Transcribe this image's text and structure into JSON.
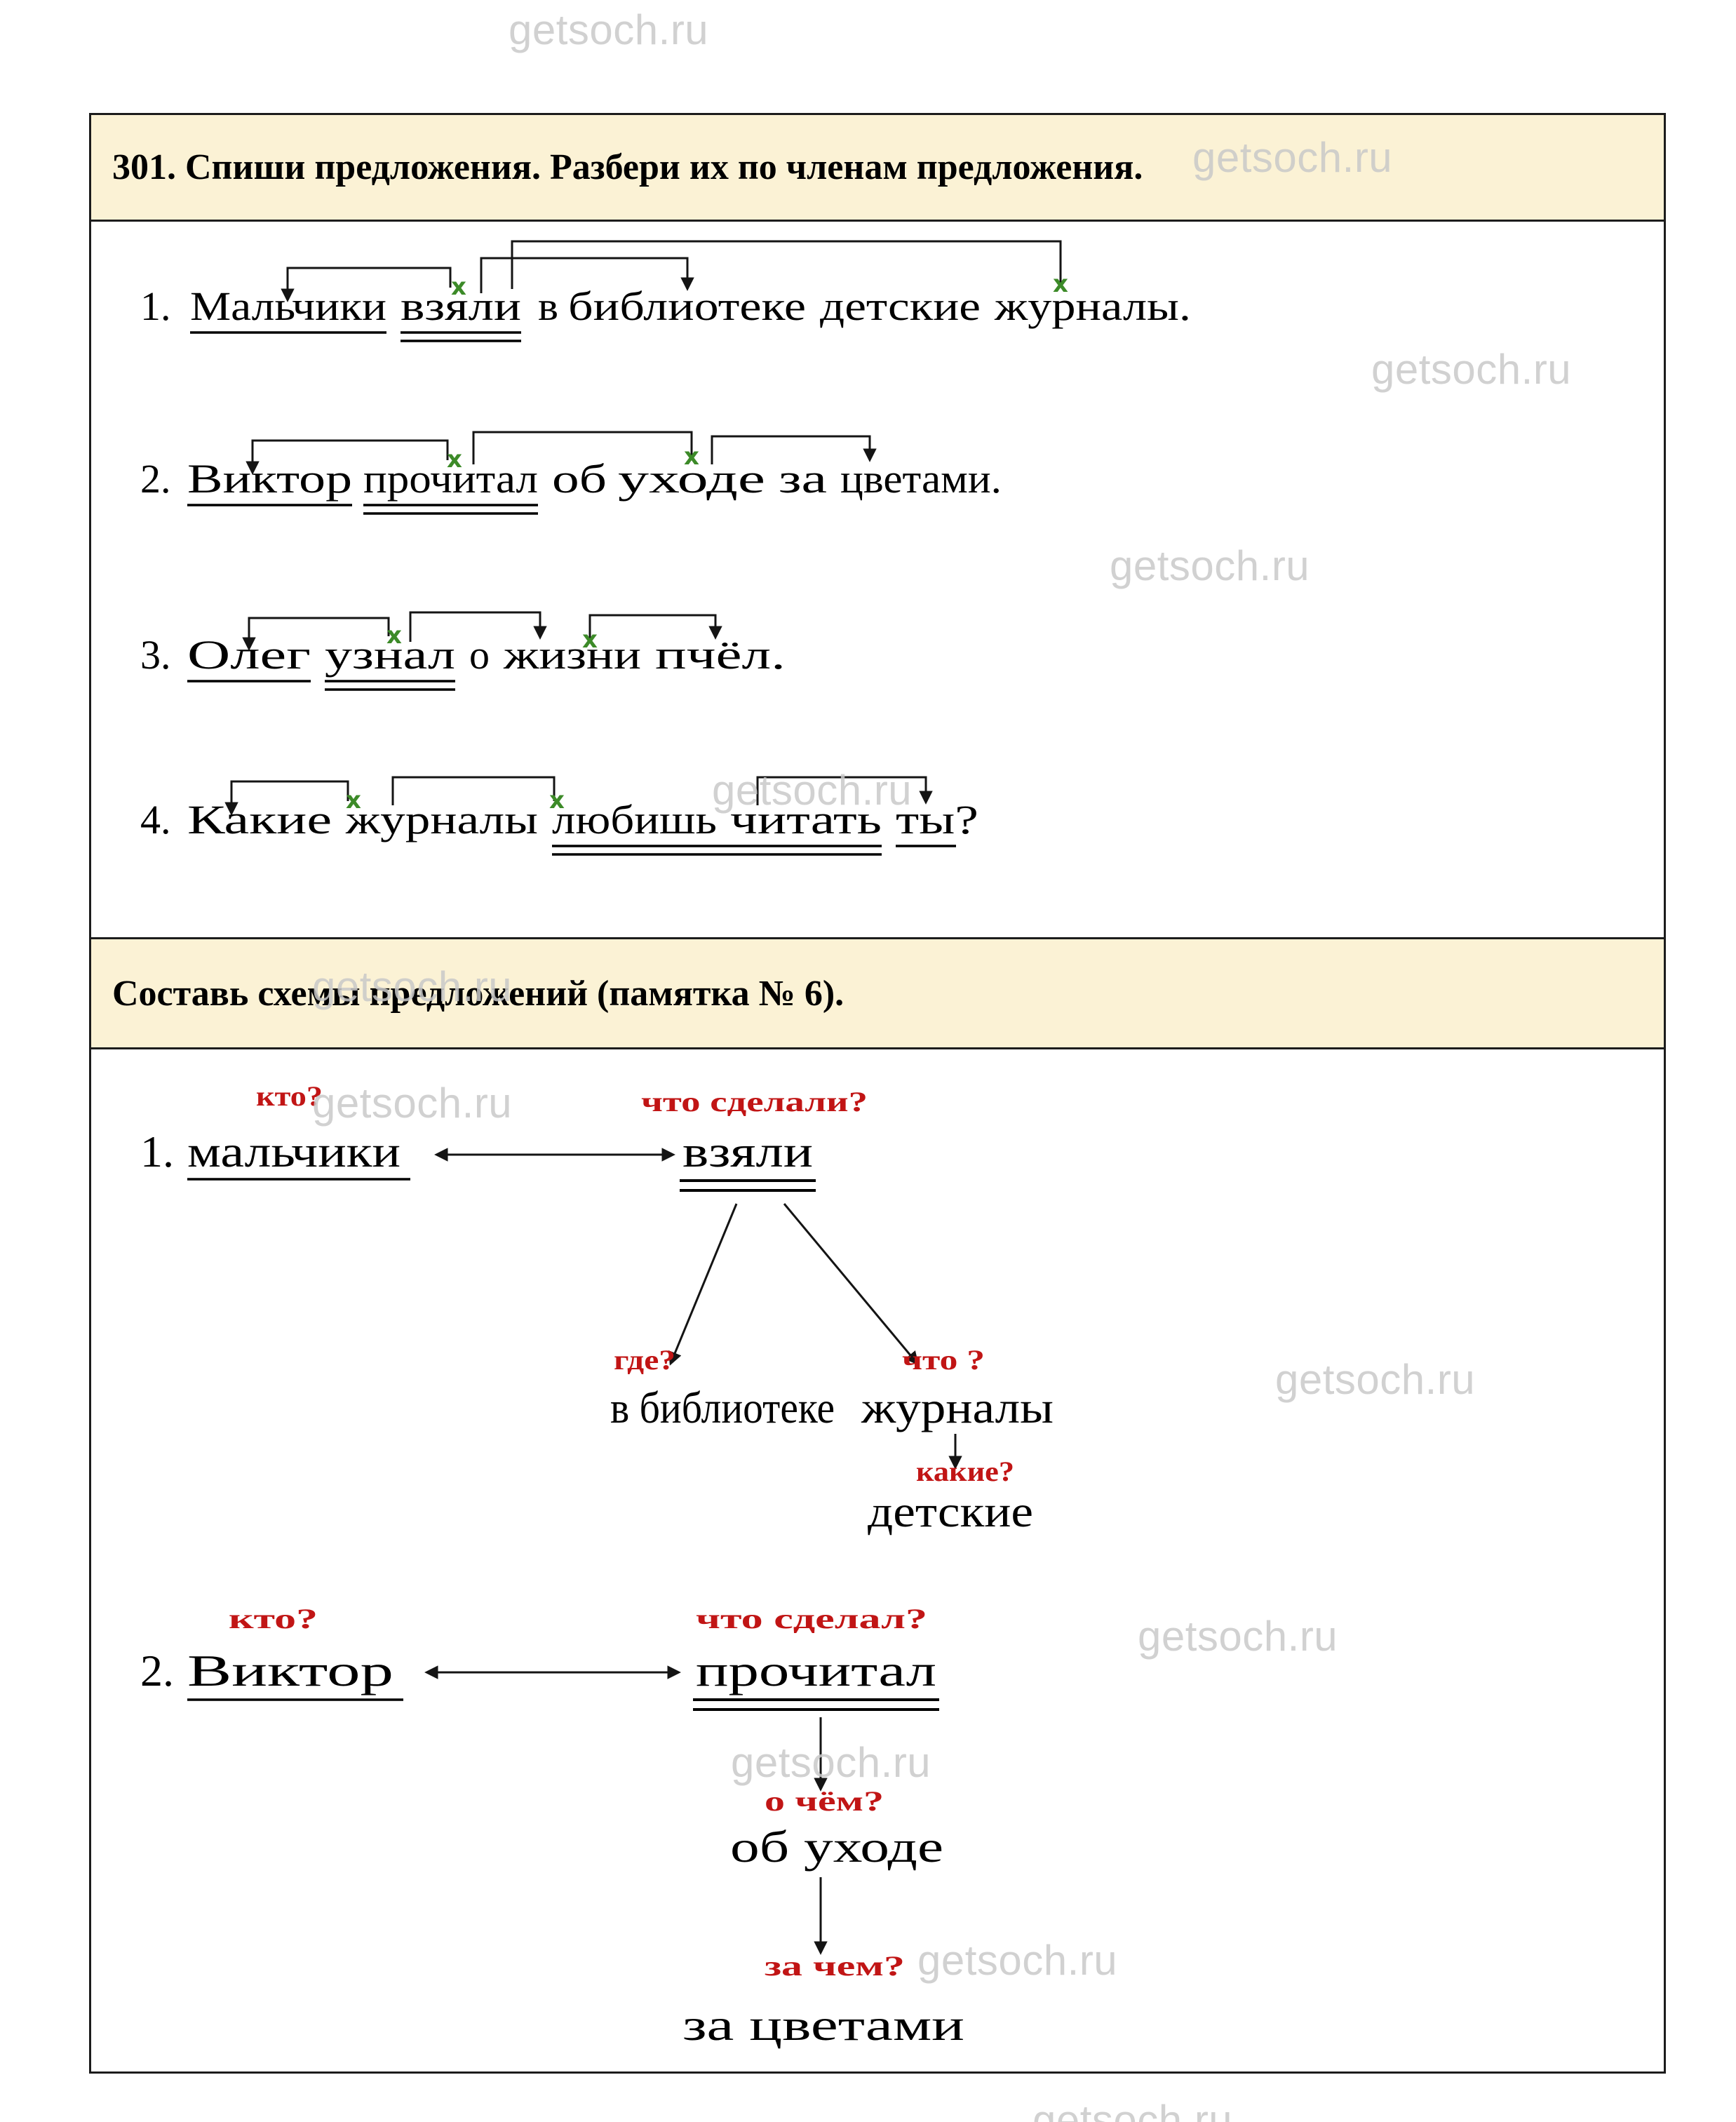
{
  "watermark": "getsoch.ru",
  "headers": {
    "task1": "301. Спиши предложения. Разбери их по членам предложения.",
    "task2": "Составь схемы предложений (памятка № 6)."
  },
  "xmark": "x",
  "sentences": [
    {
      "num": "1.",
      "words": [
        "Мальчики",
        "взяли",
        "в",
        "библиотеке",
        "детские",
        "журналы."
      ]
    },
    {
      "num": "2.",
      "words": [
        "Виктор",
        "прочитал",
        "об",
        "уходе",
        "за",
        "цветами."
      ]
    },
    {
      "num": "3.",
      "words": [
        "Олег",
        "узнал",
        "о",
        "жизни",
        "пчёл."
      ]
    },
    {
      "num": "4.",
      "words": [
        "Какие",
        "журналы",
        "любишь",
        "читать",
        "ты?"
      ]
    }
  ],
  "diagram1": {
    "num": "1.",
    "subject_q": "кто?",
    "subject": "мальчики",
    "predicate_q": "что сделали?",
    "predicate": "взяли",
    "place_q": "где?",
    "place": "в библиотеке",
    "object_q": "что ?",
    "object": "журналы",
    "attr_q": "какие?",
    "attr": "детские"
  },
  "diagram2": {
    "num": "2.",
    "subject_q": "кто?",
    "subject": "Виктор",
    "predicate_q": "что сделал?",
    "predicate": "прочитал",
    "about_q": "о чём?",
    "about": "об уходе",
    "target_q": "за чем?",
    "target": "за цветами"
  },
  "colors": {
    "accent_red": "#c11515",
    "mark_green": "#3c8a28",
    "band_cream": "#fbf2d5",
    "watermark_gray": "#c9c9c9"
  }
}
